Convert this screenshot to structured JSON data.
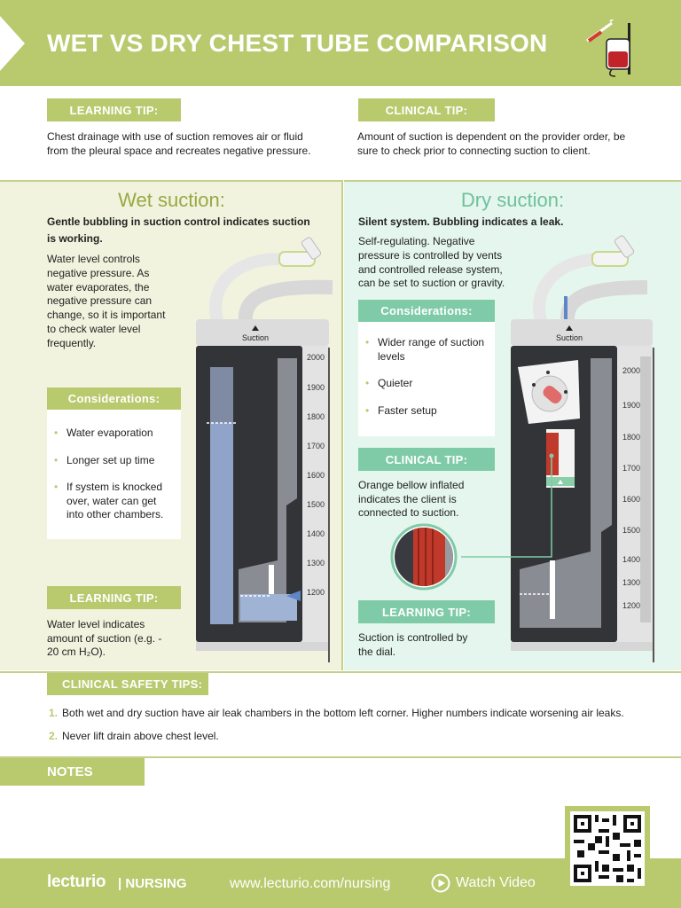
{
  "header": {
    "title": "WET VS DRY CHEST TUBE COMPARISON"
  },
  "top": {
    "learning_tag": "LEARNING TIP:",
    "learning_text": "Chest drainage with use of suction removes air or fluid from the pleural space and recreates negative pressure.",
    "clinical_tag": "CLINICAL TIP:",
    "clinical_text": "Amount of suction is dependent on the provider order, be sure to check prior to connecting suction to client."
  },
  "wet": {
    "title": "Wet suction:",
    "subtitle": "Gentle bubbling in suction control indicates suction is working.",
    "description": "Water level controls negative pressure. As water evaporates, the negative pressure can change, so it is important to check water level frequently.",
    "considerations_tag": "Considerations:",
    "considerations": [
      "Water evaporation",
      "Longer set up time",
      "If system is knocked over, water can get into other chambers."
    ],
    "learning_tag": "LEARNING TIP:",
    "learning_text": "Water level indicates amount of suction (e.g. - 20 cm H₂O).",
    "device_label": "Suction",
    "scale": [
      "2000",
      "1900",
      "1800",
      "1700",
      "1600",
      "1500",
      "1400",
      "1300",
      "1200"
    ]
  },
  "dry": {
    "title": "Dry suction:",
    "subtitle": "Silent system. Bubbling indicates a leak.",
    "description": "Self-regulating. Negative pressure is controlled by vents and controlled release system, can be set to suction or gravity.",
    "considerations_tag": "Considerations:",
    "considerations": [
      "Wider range of suction levels",
      "Quieter",
      "Faster setup"
    ],
    "clinical_tag": "CLINICAL TIP:",
    "clinical_text": "Orange bellow inflated indicates the client is connected to suction.",
    "learning_tag": "LEARNING TIP:",
    "learning_text": "Suction is controlled by the dial.",
    "device_label": "Suction",
    "scale": [
      "2000",
      "1900",
      "1800",
      "1700",
      "1600",
      "1500",
      "1400",
      "1300",
      "1200"
    ]
  },
  "safety": {
    "tag": "CLINICAL SAFETY TIPS:",
    "items": [
      {
        "num": "1.",
        "text": "Both wet and dry suction have air leak chambers in the bottom left corner. Higher numbers indicate worsening air leaks."
      },
      {
        "num": "2.",
        "text": "Never lift drain above chest level."
      }
    ]
  },
  "notes": {
    "label": "NOTES"
  },
  "footer": {
    "brand": "lecturio",
    "section": "| NURSING",
    "url": "www.lecturio.com/nursing",
    "watch": "Watch Video"
  },
  "colors": {
    "olive": "#b9c96e",
    "teal": "#7fcba7",
    "wet_title": "#97a944",
    "dry_title": "#6fc19a"
  }
}
